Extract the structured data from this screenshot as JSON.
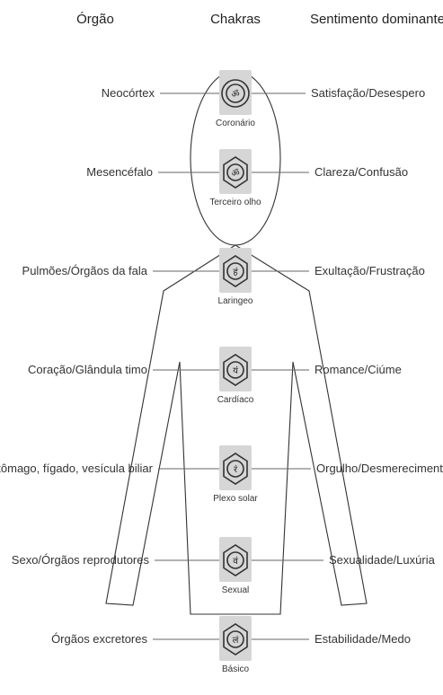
{
  "headers": {
    "organ": "Órgão",
    "chakras": "Chakras",
    "feeling": "Sentimento dominante"
  },
  "rows": [
    {
      "organ": "Neocórtex",
      "chakra": "Coronário",
      "feeling": "Satisfação/Desespero",
      "icon": "crown-chakra-icon",
      "glyph": "ॐ"
    },
    {
      "organ": "Mesencéfalo",
      "chakra": "Terceiro olho",
      "feeling": "Clareza/Confusão",
      "icon": "third-eye-chakra-icon",
      "glyph": "ॐ"
    },
    {
      "organ": "Pulmões/Órgãos da fala",
      "chakra": "Laringeo",
      "feeling": "Exultação/Frustração",
      "icon": "throat-chakra-icon",
      "glyph": "हं"
    },
    {
      "organ": "Coração/Glândula timo",
      "chakra": "Cardíaco",
      "feeling": "Romance/Ciúme",
      "icon": "heart-chakra-icon",
      "glyph": "यं"
    },
    {
      "organ": "Estômago, fígado, vesícula biliar",
      "chakra": "Plexo solar",
      "feeling": "Orgulho/Desmerecimento",
      "icon": "solar-plexus-chakra-icon",
      "glyph": "रं"
    },
    {
      "organ": "Sexo/Órgãos reprodutores",
      "chakra": "Sexual",
      "feeling": "Sexualidade/Luxúria",
      "icon": "sacral-chakra-icon",
      "glyph": "वं"
    },
    {
      "organ": "Órgãos excretores",
      "chakra": "Básico",
      "feeling": "Estabilidade/Medo",
      "icon": "root-chakra-icon",
      "glyph": "लं"
    }
  ]
}
